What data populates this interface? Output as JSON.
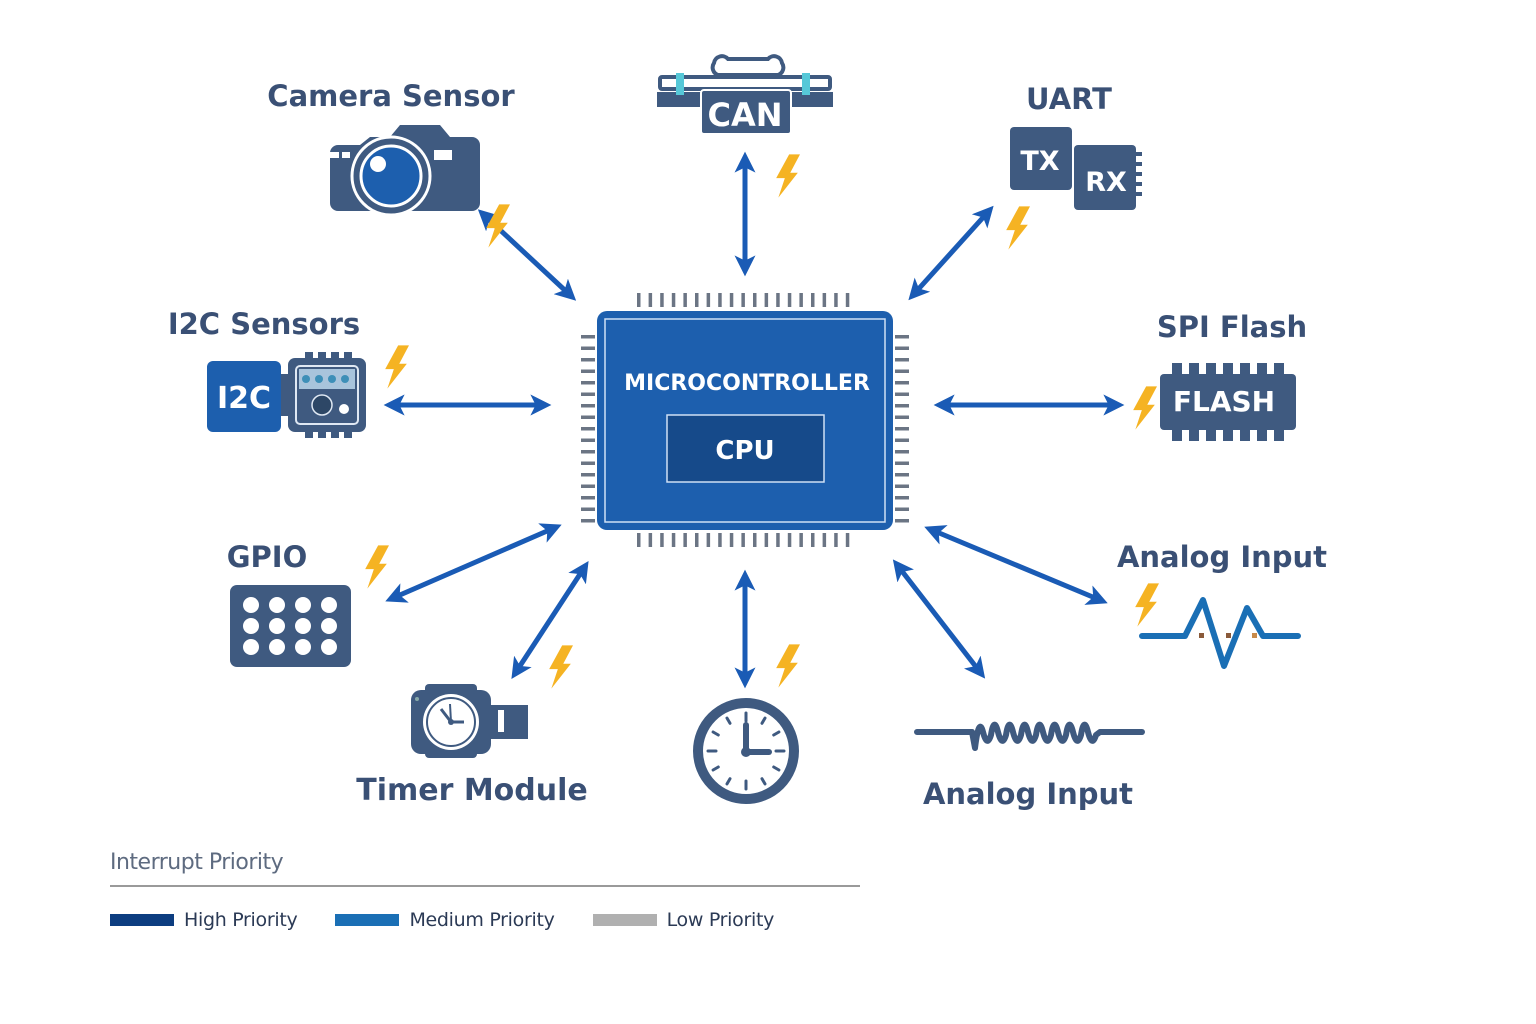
{
  "diagram": {
    "title_hidden": "",
    "center": {
      "title": "MICROCONTROLLER",
      "core": "CPU"
    },
    "peripherals": {
      "camera": {
        "label": "Camera Sensor",
        "icon": "camera-icon"
      },
      "can": {
        "label": "CAN",
        "icon": "can-bus-icon"
      },
      "uart": {
        "label": "UART",
        "tx": "TX",
        "rx": "RX",
        "icon": "uart-icon"
      },
      "i2c": {
        "label": "I2C Sensors",
        "badge": "I2C",
        "icon": "sensor-chip-icon"
      },
      "spi": {
        "label": "SPI Flash",
        "chip": "FLASH",
        "icon": "flash-chip-icon"
      },
      "gpio": {
        "label": "GPIO",
        "icon": "gpio-grid-icon"
      },
      "timer": {
        "label": "Timer Module",
        "icon": "watch-timer-icon"
      },
      "clock": {
        "label": "",
        "icon": "clock-icon"
      },
      "analog_right": {
        "label": "Analog Input",
        "icon": "waveform-icon"
      },
      "analog_bottom": {
        "label": "Analog Input",
        "icon": "coil-waveform-icon"
      }
    },
    "connection_marker_icon": "lightning-bolt-icon",
    "colors": {
      "arrow": "#1a5bb5",
      "chip_body": "#1d5fae",
      "chip_core": "#164a8a",
      "icon_slate": "#3f5a80",
      "bolt": "#f5b323",
      "label_text": "#3a5075",
      "pins": "#6b7584"
    }
  },
  "legend": {
    "title": "Interrupt Priority",
    "items": [
      {
        "label": "High Priority",
        "color": "#0d3d80"
      },
      {
        "label": "Medium Priority",
        "color": "#1a6fb5"
      },
      {
        "label": "Low Priority",
        "color": "#b0b0b0"
      }
    ]
  }
}
